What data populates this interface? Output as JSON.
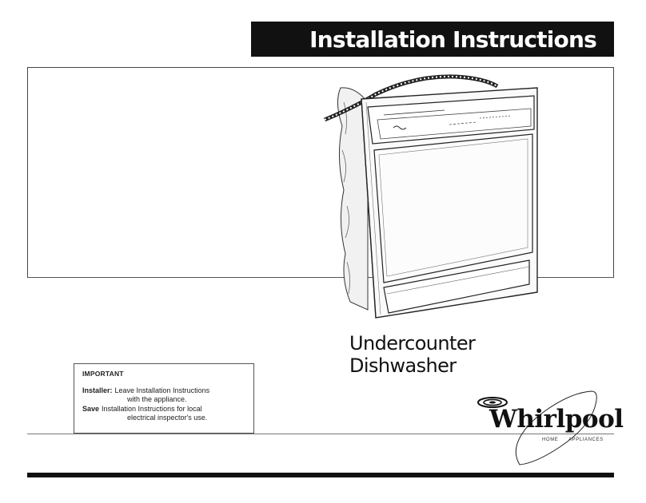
{
  "header": {
    "title": "Installation Instructions"
  },
  "product": {
    "line1": "Undercounter",
    "line2": "Dishwasher"
  },
  "notice": {
    "heading": "IMPORTANT",
    "installer_label": "Installer:",
    "installer_text": "Leave Installation Instructions",
    "installer_cont": "with the appliance.",
    "save_label": "Save",
    "save_text": "Installation Instructions for local",
    "save_cont": "electrical inspector's use."
  },
  "brand": {
    "name": "Whirlpool",
    "sub_left": "HOME",
    "sub_right": "APPLIANCES"
  }
}
